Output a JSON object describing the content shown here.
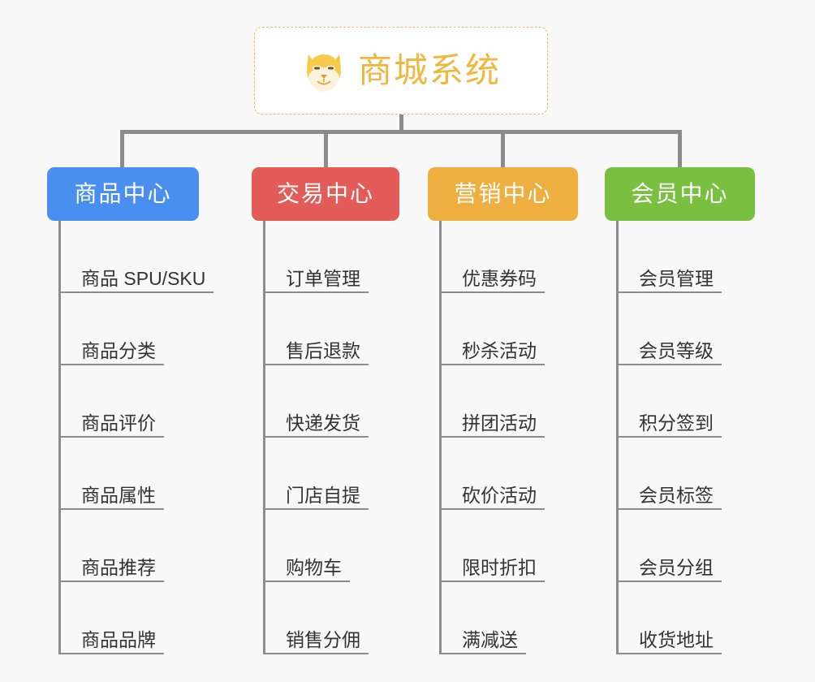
{
  "page": {
    "background_color": "#f8f8f8",
    "line_color": "#8c8c8c"
  },
  "root": {
    "title": "商城系统",
    "icon": "shiba-dog-face-icon",
    "text_color": "#f0b73e",
    "border_color": "#e8b96a",
    "background_color": "#ffffff"
  },
  "categories": [
    {
      "label": "商品中心",
      "color": "#4a8ff0",
      "items": [
        "商品 SPU/SKU",
        "商品分类",
        "商品评价",
        "商品属性",
        "商品推荐",
        "商品品牌"
      ]
    },
    {
      "label": "交易中心",
      "color": "#e35c58",
      "items": [
        "订单管理",
        "售后退款",
        "快递发货",
        "门店自提",
        "购物车",
        "销售分佣"
      ]
    },
    {
      "label": "营销中心",
      "color": "#eeae40",
      "items": [
        "优惠券码",
        "秒杀活动",
        "拼团活动",
        "砍价活动",
        "限时折扣",
        "满减送"
      ]
    },
    {
      "label": "会员中心",
      "color": "#79c040",
      "items": [
        "会员管理",
        "会员等级",
        "积分签到",
        "会员标签",
        "会员分组",
        "收货地址"
      ]
    }
  ]
}
